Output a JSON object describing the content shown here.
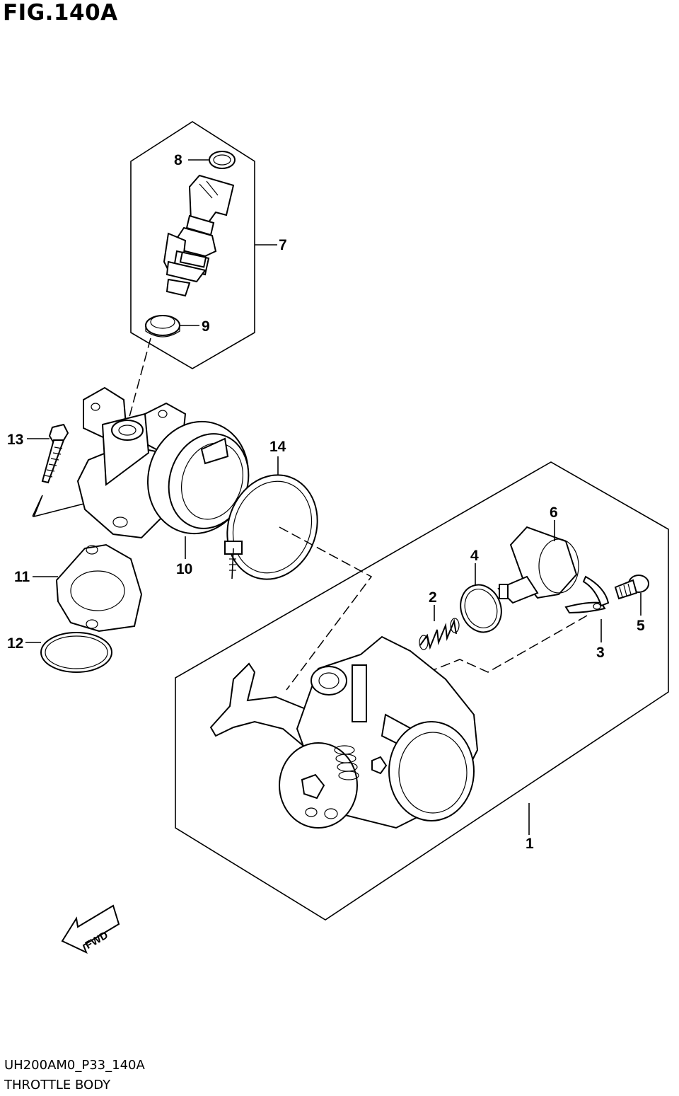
{
  "figure_title": "FIG.140A",
  "fwd_label": "FWD",
  "footer": {
    "code": "UH200AM0_P33_140A",
    "name": "THROTTLE BODY"
  },
  "callouts": [
    "1",
    "2",
    "3",
    "4",
    "5",
    "6",
    "7",
    "8",
    "9",
    "10",
    "11",
    "12",
    "13",
    "14"
  ]
}
